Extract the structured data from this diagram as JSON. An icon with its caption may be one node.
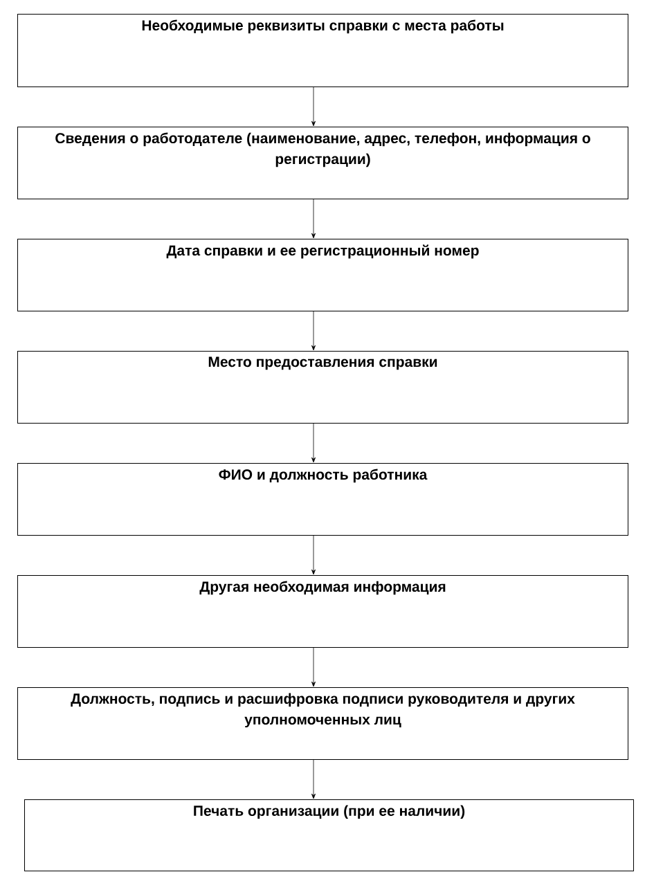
{
  "diagram": {
    "nodes": [
      {
        "text": [
          "Необходимые реквизиты справки с места работы"
        ]
      },
      {
        "text": [
          "Сведения о работодателе (наименование, адрес, телефон, информация о регистрации)"
        ]
      },
      {
        "text": [
          "Дата справки и ее регистрационный номер"
        ]
      },
      {
        "text": [
          "Место предоставления справки"
        ]
      },
      {
        "text": [
          "ФИО и должность работника"
        ]
      },
      {
        "text": [
          "Другая необходимая информация"
        ]
      },
      {
        "text": [
          "Должность, подпись и расшифровка подписи руководителя и других уполномоченных лиц"
        ]
      },
      {
        "text": [
          "Печать организации (при ее наличии)"
        ]
      }
    ],
    "edges": [
      {
        "from": 0,
        "to": 1,
        "arrow": "to"
      },
      {
        "from": 1,
        "to": 2,
        "arrow": "to"
      },
      {
        "from": 2,
        "to": 3,
        "arrow": "to"
      },
      {
        "from": 3,
        "to": 4,
        "arrow": "to"
      },
      {
        "from": 4,
        "to": 5,
        "arrow": "to"
      },
      {
        "from": 5,
        "to": 6,
        "arrow": "to"
      },
      {
        "from": 6,
        "to": 7,
        "arrow": "to"
      }
    ]
  }
}
